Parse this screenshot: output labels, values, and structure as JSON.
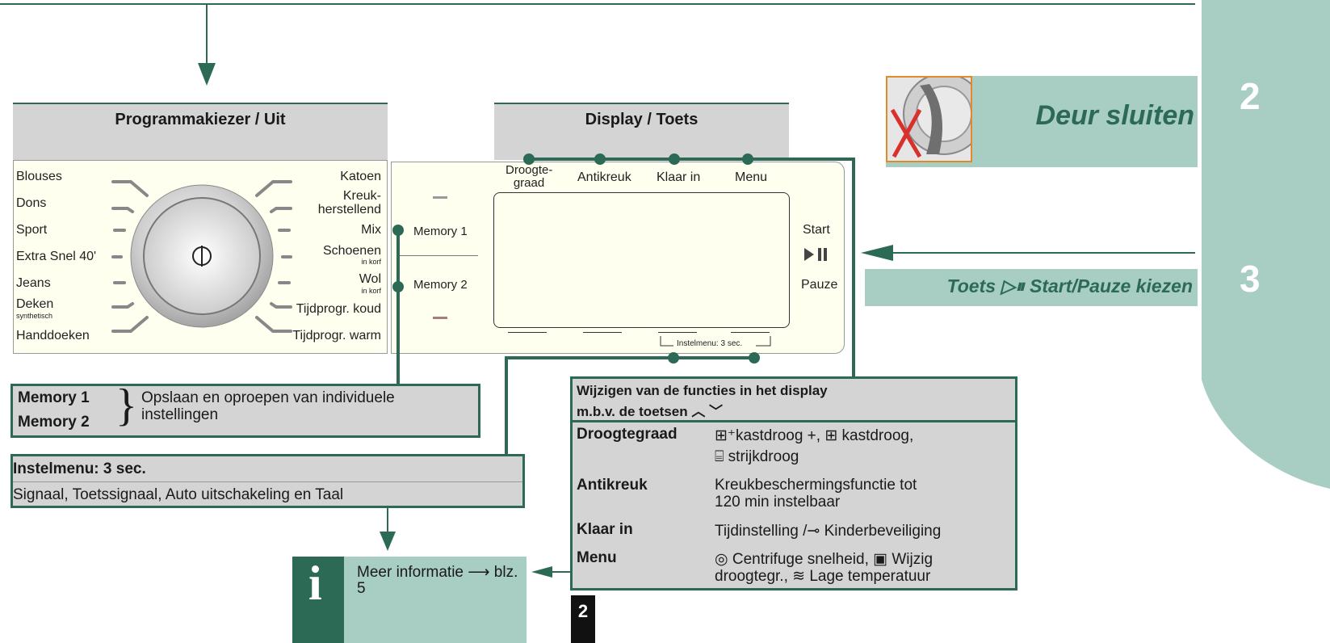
{
  "colors": {
    "accent": "#2c6a56",
    "light_accent": "#a8cdc3",
    "header_grey": "#d4d4d4",
    "panel": "#fffff0"
  },
  "prog": {
    "title": "Programmakiezer / Uit",
    "left": [
      "Blouses",
      "Dons",
      "Sport",
      "Extra Snel 40'",
      "Jeans",
      "Deken",
      "Handdoeken"
    ],
    "left_sub": {
      "deken": "synthetisch"
    },
    "right": [
      "Katoen",
      "Kreuk-",
      "herstellend",
      "Mix",
      "Schoenen",
      "in korf",
      "Wol",
      "in korf",
      "Tijdprogr. koud",
      "Tijdprogr. warm"
    ]
  },
  "display": {
    "title": "Display / Toets",
    "buttons": [
      "Droogte-",
      "graad",
      "Antikreuk",
      "Klaar in",
      "Menu"
    ],
    "memory1": "Memory 1",
    "memory2": "Memory 2",
    "start": "Start",
    "pause": "Pauze",
    "instelmenu": "Instelmenu: 3 sec."
  },
  "step2": {
    "number": "2",
    "title": "Deur sluiten"
  },
  "step3": {
    "number": "3",
    "title": "Toets ▷⏸ Start/Pauze kiezen"
  },
  "memory_box": {
    "label1": "Memory 1",
    "label2": "Memory 2",
    "text": "Opslaan en oproepen van individuele instellingen"
  },
  "instel_box": {
    "title": "Instelmenu: 3 sec.",
    "text": "Signaal, Toetssignaal, Auto uitschakeling en Taal"
  },
  "info_box": {
    "icon": "i",
    "text": "Meer informatie ⟶ blz. 5"
  },
  "functions": {
    "header1": "Wijzigen van de functies in het display",
    "header2": "m.b.v. de toetsen  ︿ ﹀",
    "rows": [
      {
        "name": "Droogtegraad",
        "l1": "⊞⁺kastdroog +, ⊞ kastdroog,",
        "l2": "⌸ strijkdroog"
      },
      {
        "name": "Antikreuk",
        "l1": "Kreukbeschermingsfunctie tot",
        "l2": "120 min instelbaar"
      },
      {
        "name": "Klaar in",
        "l1": "Tijdinstelling /⊸ Kinderbeveiliging",
        "l2": ""
      },
      {
        "name": "Menu",
        "l1": "◎ Centrifuge snelheid, ▣ Wijzig",
        "l2": "droogtegr., ≋ Lage temperatuur"
      }
    ]
  },
  "footer_mark": "2"
}
